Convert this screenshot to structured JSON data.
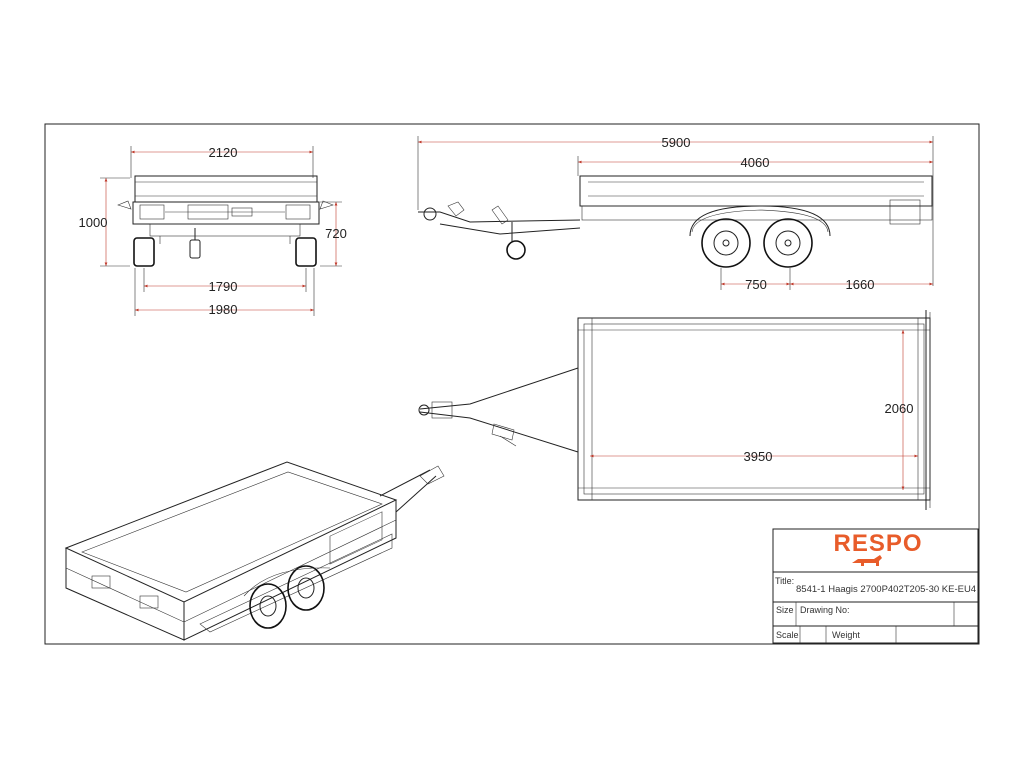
{
  "dimensions": {
    "front_width_top": "2120",
    "front_height": "1000",
    "front_height_side": "720",
    "front_track": "1790",
    "front_width_bottom": "1980",
    "side_total": "5900",
    "side_box": "4060",
    "side_axle_spacing": "750",
    "side_rear_overhang": "1660",
    "top_width": "2060",
    "top_length": "3950"
  },
  "title_block": {
    "brand": "RESPO",
    "title_label": "Title:",
    "title_value": "8541-1 Haagis 2700P402T205-30 KE-EU4",
    "size_label": "Size",
    "drawing_no_label": "Drawing No:",
    "scale_label": "Scale",
    "weight_label": "Weight"
  },
  "colors": {
    "brand": "#e85c2a",
    "dimension_line": "#c0392b",
    "line": "#222222"
  }
}
